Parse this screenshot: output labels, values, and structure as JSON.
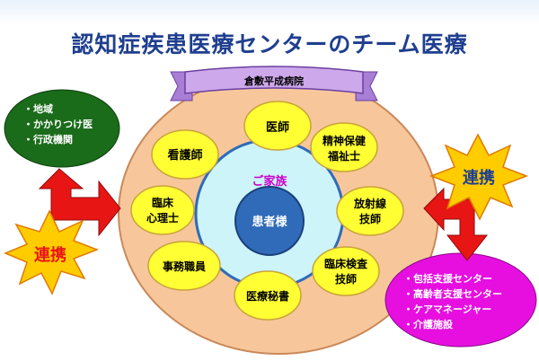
{
  "title": "認知症疾患医療センターのチーム医療",
  "banner": "倉敷平成病院",
  "center": {
    "inner": "患者様",
    "middle": "ご家族"
  },
  "roles": [
    {
      "line1": "医師",
      "line2": ""
    },
    {
      "line1": "精神保健",
      "line2": "福祉士"
    },
    {
      "line1": "放射線",
      "line2": "技師"
    },
    {
      "line1": "臨床検査",
      "line2": "技師"
    },
    {
      "line1": "医療秘書",
      "line2": ""
    },
    {
      "line1": "事務職員",
      "line2": ""
    },
    {
      "line1": "臨床",
      "line2": "心理士"
    },
    {
      "line1": "看護師",
      "line2": ""
    }
  ],
  "left_group": {
    "items": [
      "・地域",
      "・かかりつけ医",
      "・行政機関"
    ]
  },
  "right_group": {
    "items": [
      "・包括支援センター",
      "・高齢者支援センター",
      "・ケアマネージャー",
      "・介護施設"
    ]
  },
  "collab_label": "連携",
  "colors": {
    "title": "#1f3f8f",
    "outer_ring": "#f7c79b",
    "role_circle": "#ffff33",
    "middle_circle": "#ccf4f9",
    "inner_circle": "#2f6bb8",
    "family_text": "#cc00cc",
    "green_oval": "#1a6b1a",
    "magenta_oval": "#e60fe0",
    "arrow": "#e81515",
    "starburst": "#ffcc00",
    "banner": "#cda8ea"
  }
}
